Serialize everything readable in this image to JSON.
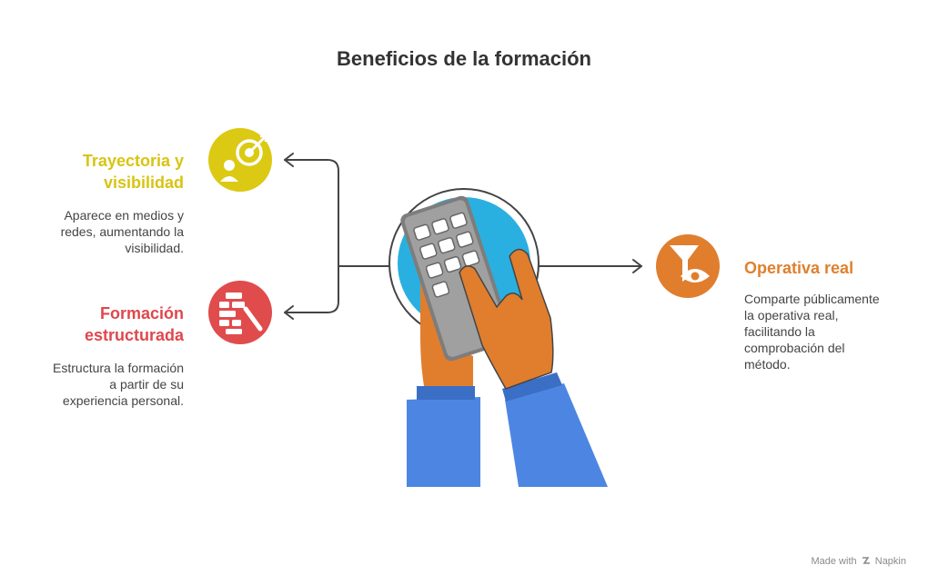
{
  "title": "Beneficios de la formación",
  "items": [
    {
      "heading_lines": [
        "Trayectoria y",
        "visibilidad"
      ],
      "desc_lines": [
        "Aparece en medios y",
        "redes, aumentando la",
        "visibilidad."
      ],
      "color": "#dcc913",
      "icon": "target-person-icon"
    },
    {
      "heading_lines": [
        "Formación",
        "estructurada"
      ],
      "desc_lines": [
        "Estructura la formación",
        "a partir de su",
        "experiencia personal."
      ],
      "color": "#e04c4c",
      "icon": "building-blocks-icon"
    },
    {
      "heading_lines": [
        "Operativa real"
      ],
      "desc_lines": [
        "Comparte públicamente",
        "la operativa real,",
        "facilitando la",
        "comprobación del",
        "método."
      ],
      "color": "#e07e2e",
      "icon": "funnel-eye-icon"
    }
  ],
  "center_icon": "hands-calculator-illustration",
  "footer": {
    "made_with": "Made with",
    "brand": "Napkin"
  }
}
